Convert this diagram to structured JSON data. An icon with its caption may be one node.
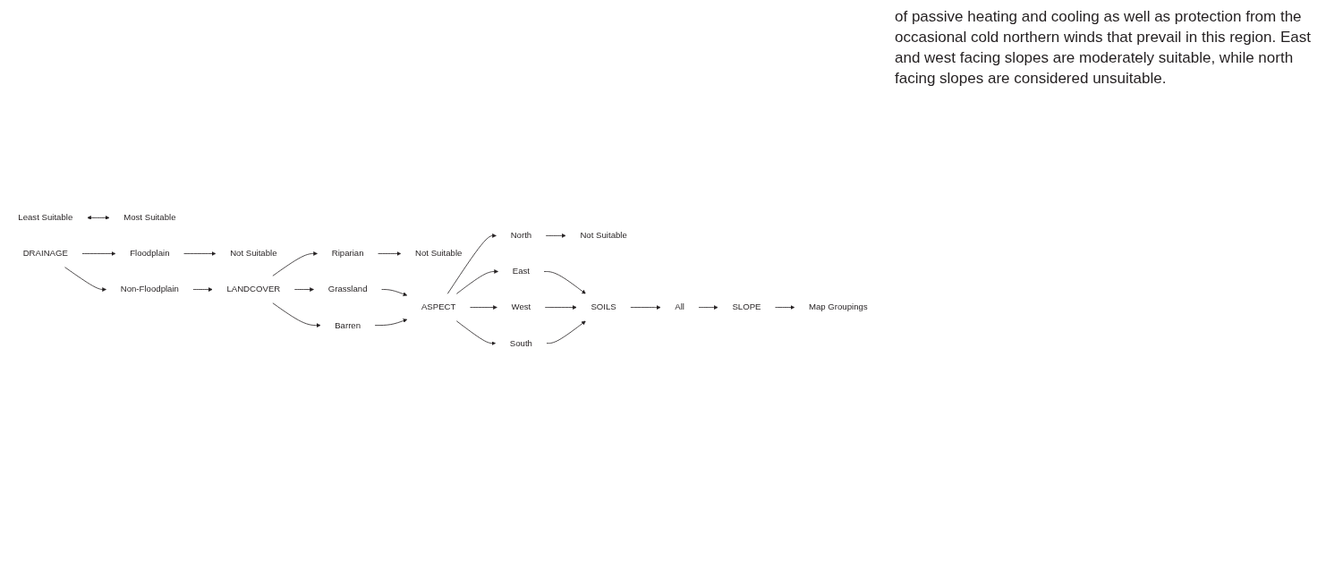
{
  "diagram": {
    "nodes": [
      {
        "text": [
          "Least Suitable"
        ]
      },
      {
        "text": [
          "Most Suitable"
        ]
      },
      {
        "text": [
          "Floodplain"
        ]
      },
      {
        "text": [
          "Not Suitable"
        ]
      },
      {
        "text": [
          "DRAINAGE"
        ]
      },
      {
        "text": [
          "Non-Floodplain"
        ]
      },
      {
        "text": [
          "LANDCOVER"
        ]
      },
      {
        "text": [
          "Riparian"
        ]
      },
      {
        "text": [
          "Not Suitable"
        ]
      },
      {
        "text": [
          "Grassland"
        ]
      },
      {
        "text": [
          "Barren"
        ]
      },
      {
        "text": [
          "ASPECT"
        ]
      },
      {
        "text": [
          "North"
        ]
      },
      {
        "text": [
          "Not Suitable"
        ]
      },
      {
        "text": [
          "East"
        ]
      },
      {
        "text": [
          "West"
        ]
      },
      {
        "text": [
          "South"
        ]
      },
      {
        "text": [
          "SOILS"
        ]
      },
      {
        "text": [
          "All"
        ]
      },
      {
        "text": [
          "SLOPE"
        ]
      },
      {
        "text": [
          "Map Groupings"
        ]
      }
    ],
    "edges": [
      {
        "from": 0,
        "to": 1,
        "arrow": "both"
      },
      {
        "from": 4,
        "to": 2,
        "arrow": "to"
      },
      {
        "from": 4,
        "to": 5,
        "arrow": "to"
      },
      {
        "from": 2,
        "to": 3,
        "arrow": "to"
      },
      {
        "from": 5,
        "to": 6,
        "arrow": "to"
      },
      {
        "from": 6,
        "to": 7,
        "arrow": "to"
      },
      {
        "from": 6,
        "to": 9,
        "arrow": "to"
      },
      {
        "from": 6,
        "to": 10,
        "arrow": "to"
      },
      {
        "from": 7,
        "to": 8,
        "arrow": "to"
      },
      {
        "from": 9,
        "to": 11,
        "arrow": "to"
      },
      {
        "from": 10,
        "to": 11,
        "arrow": "to"
      },
      {
        "from": 11,
        "to": 12,
        "arrow": "to"
      },
      {
        "from": 11,
        "to": 14,
        "arrow": "to"
      },
      {
        "from": 11,
        "to": 15,
        "arrow": "to"
      },
      {
        "from": 11,
        "to": 16,
        "arrow": "to"
      },
      {
        "from": 12,
        "to": 13,
        "arrow": "to"
      },
      {
        "from": 14,
        "to": 17,
        "arrow": "to"
      },
      {
        "from": 15,
        "to": 17,
        "arrow": "to"
      },
      {
        "from": 16,
        "to": 17,
        "arrow": "to"
      },
      {
        "from": 17,
        "to": 18,
        "arrow": "to"
      },
      {
        "from": 18,
        "to": 19,
        "arrow": "to"
      },
      {
        "from": 19,
        "to": 20,
        "arrow": "to"
      }
    ],
    "labels": [
      "of passive heating and cooling as well as protection from the occasional cold northern winds that prevail in this region. East and west facing slopes are moderately suitable, while north facing slopes are considered unsuitable."
    ]
  }
}
